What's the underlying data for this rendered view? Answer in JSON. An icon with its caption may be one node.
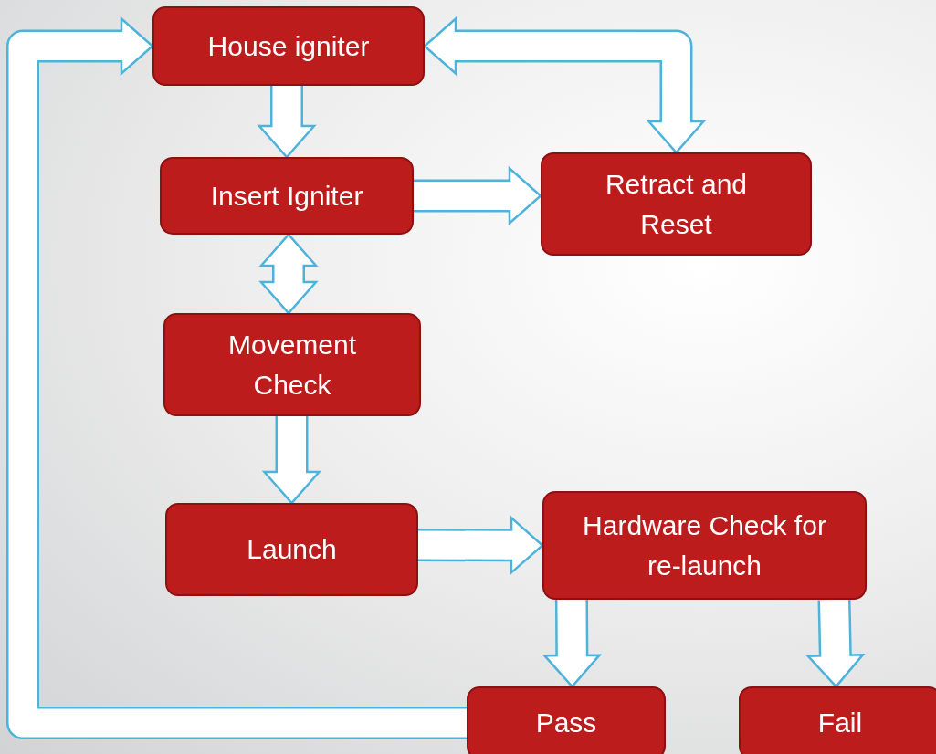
{
  "diagram": {
    "nodes": [
      {
        "text": [
          "House igniter"
        ]
      },
      {
        "text": [
          "Insert Igniter"
        ]
      },
      {
        "text": [
          "Retract and Reset"
        ]
      },
      {
        "text": [
          "Movement Check"
        ]
      },
      {
        "text": [
          "Launch"
        ]
      },
      {
        "text": [
          "Hardware Check for re-launch"
        ]
      },
      {
        "text": [
          "Pass"
        ]
      },
      {
        "text": [
          "Fail"
        ]
      }
    ],
    "edges": [
      {
        "from": 0,
        "to": 1,
        "arrow": "to"
      },
      {
        "from": 1,
        "to": 2,
        "arrow": "to"
      },
      {
        "from": 2,
        "to": 0,
        "arrow": "both"
      },
      {
        "from": 1,
        "to": 3,
        "arrow": "both"
      },
      {
        "from": 3,
        "to": 4,
        "arrow": "to"
      },
      {
        "from": 4,
        "to": 5,
        "arrow": "to"
      },
      {
        "from": 5,
        "to": 6,
        "arrow": "to"
      },
      {
        "from": 5,
        "to": 7,
        "arrow": "to"
      },
      {
        "from": 6,
        "to": 0,
        "arrow": "to"
      }
    ]
  }
}
